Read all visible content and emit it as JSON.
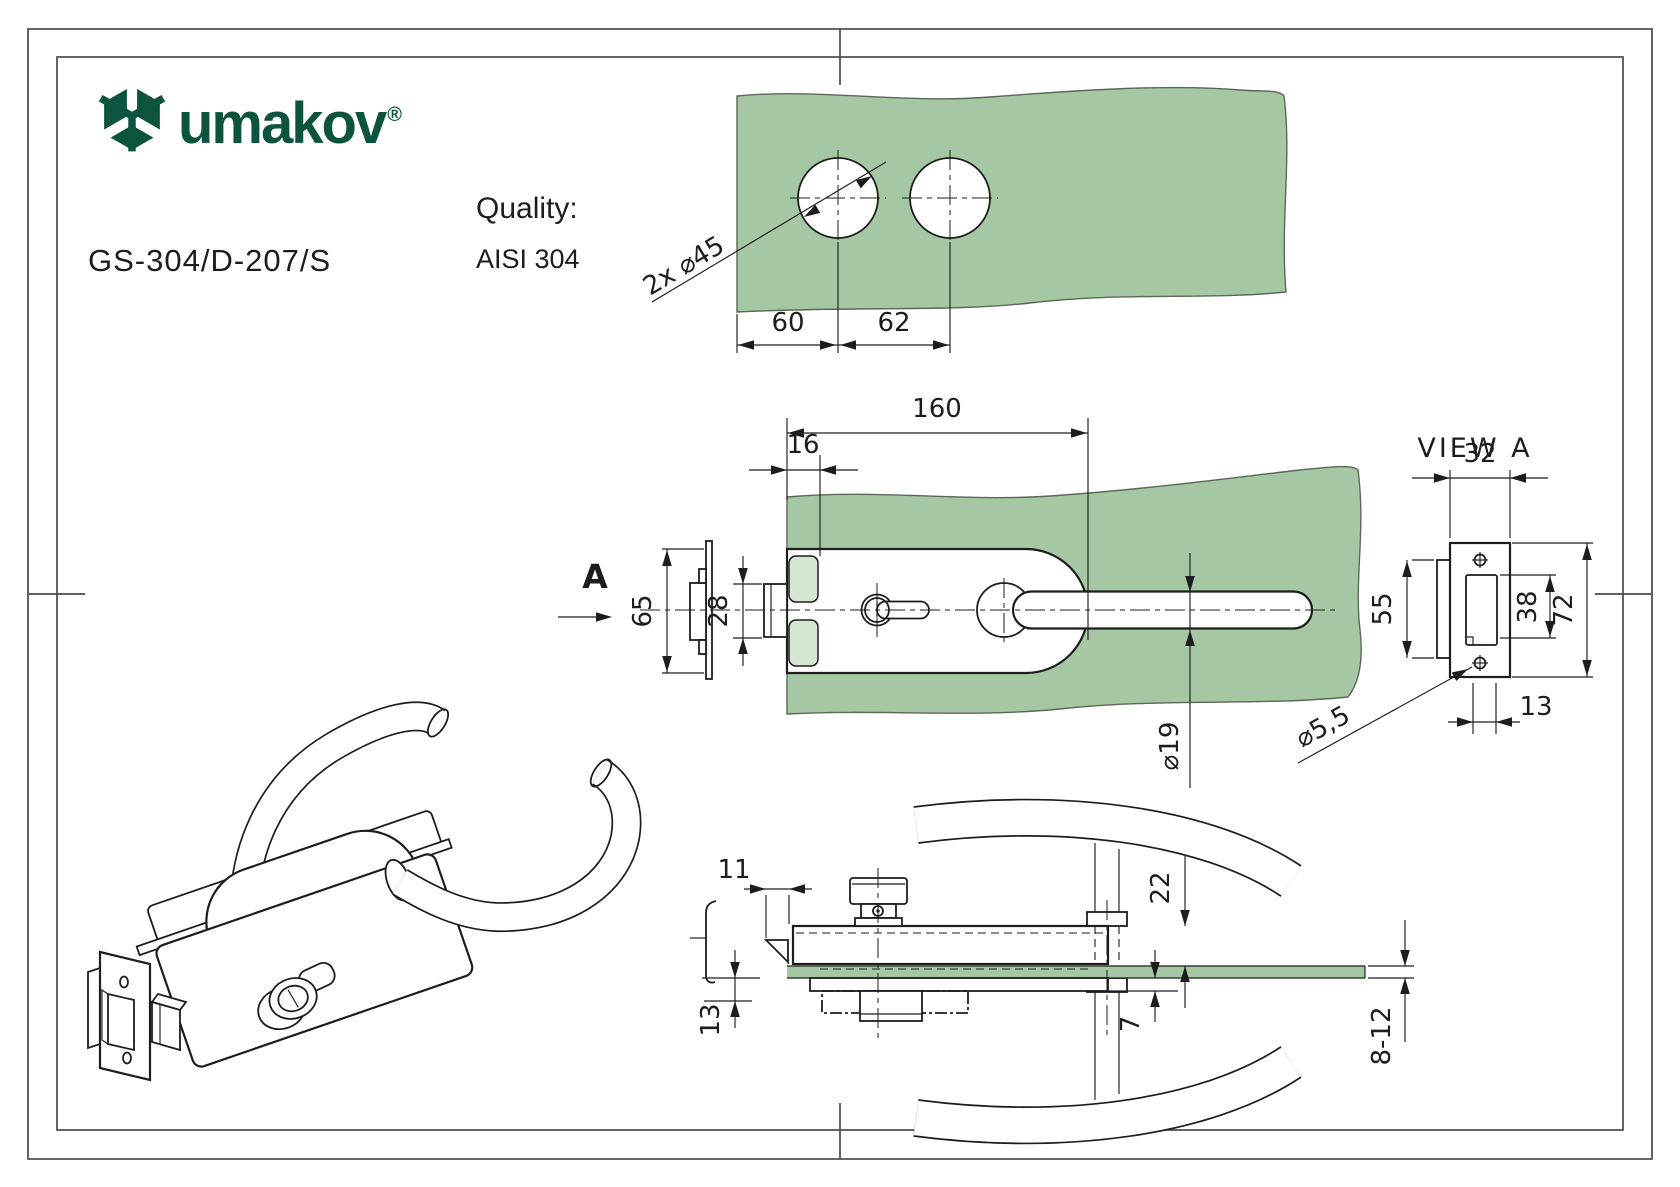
{
  "header": {
    "brand": "umakov",
    "registered": "®",
    "product_code": "GS-304/D-207/S",
    "quality_label": "Quality:",
    "quality_value": "AISI 304"
  },
  "labels": {
    "view_a": "VIEW A",
    "section_arrow": "A"
  },
  "dims": {
    "holes_note": "2x ⌀45",
    "d60": "60",
    "d62": "62",
    "d160": "160",
    "d16": "16",
    "d65": "65",
    "d28": "28",
    "d19": "⌀19",
    "d32": "32",
    "d55": "55",
    "d38": "38",
    "d72": "72",
    "d5_5": "⌀5,5",
    "d13_viewa": "13",
    "d11": "11",
    "d13_side": "13",
    "d22": "22",
    "d7": "7",
    "d8_12": "8-12"
  },
  "colors": {
    "glass": "#a6c7a3",
    "glass_light": "#d5e6d2",
    "brand_green": "#0d5440",
    "line": "#1d1d1d",
    "frame": "#4a4a4a"
  }
}
